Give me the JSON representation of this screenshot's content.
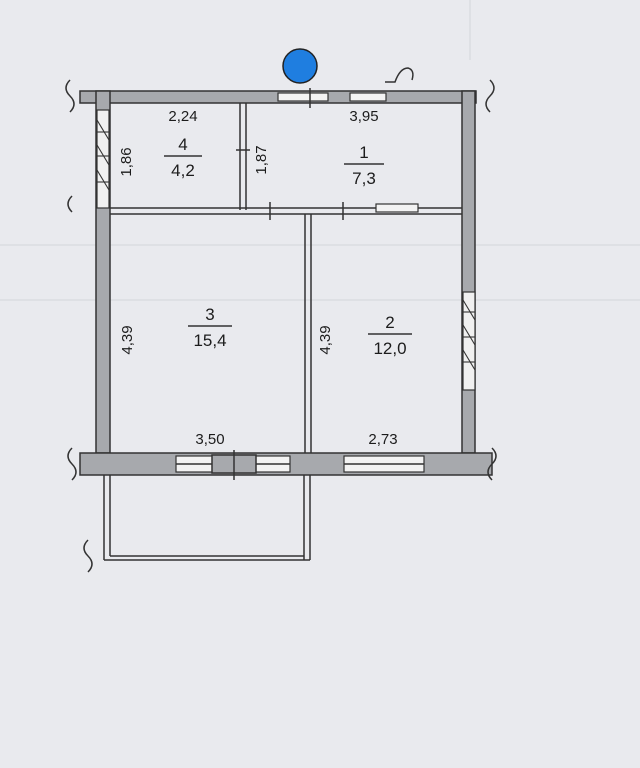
{
  "colors": {
    "background": "#e9eaee",
    "wall": "#a7a9ad",
    "ink": "#1c1c1c",
    "marker": "#1f7ee0"
  },
  "icons": {
    "top_marker": "blue-dot-marker"
  },
  "rooms": [
    {
      "id": "room-1",
      "number": "1",
      "area": "7,3"
    },
    {
      "id": "room-2",
      "number": "2",
      "area": "12,0"
    },
    {
      "id": "room-3",
      "number": "3",
      "area": "15,4"
    },
    {
      "id": "room-4",
      "number": "4",
      "area": "4,2"
    }
  ],
  "dimensions": {
    "room4_width": "2,24",
    "room4_height": "1,86",
    "room1_width": "3,95",
    "room1_height": "1,87",
    "room3_height": "4,39",
    "room2_height": "4,39",
    "room3_width": "3,50",
    "room2_width": "2,73"
  }
}
